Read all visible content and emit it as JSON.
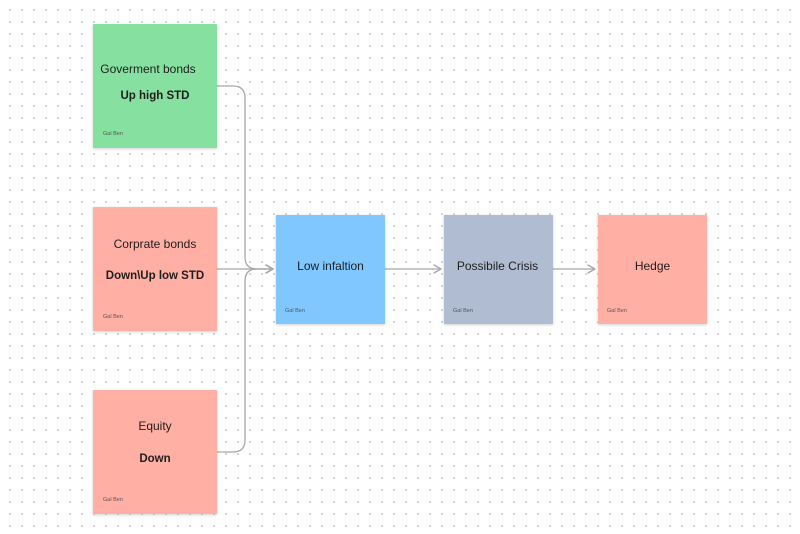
{
  "colors": {
    "green": "#86e0a0",
    "salmon": "#ffafa3",
    "blue": "#80c7ff",
    "slate": "#afbcd1",
    "connector": "#a8a8a8"
  },
  "nodes": {
    "gov": {
      "title": "Goverment bonds",
      "value": "Up high STD",
      "author": "Gal Ben"
    },
    "corp": {
      "title": "Corprate bonds",
      "value": "Down\\Up low STD",
      "author": "Gal Ben"
    },
    "equity": {
      "title": "Equity",
      "value": "Down",
      "author": "Gal Ben"
    },
    "low_inflation": {
      "title": "Low infaltion",
      "author": "Gal Ben"
    },
    "crisis": {
      "title": "Possibile Crisis",
      "author": "Gal Ben"
    },
    "hedge": {
      "title": "Hedge",
      "author": "Gal Ben"
    }
  },
  "edges": [
    {
      "from": "gov",
      "to": "low_inflation"
    },
    {
      "from": "corp",
      "to": "low_inflation"
    },
    {
      "from": "equity",
      "to": "low_inflation"
    },
    {
      "from": "low_inflation",
      "to": "crisis"
    },
    {
      "from": "crisis",
      "to": "hedge"
    }
  ]
}
